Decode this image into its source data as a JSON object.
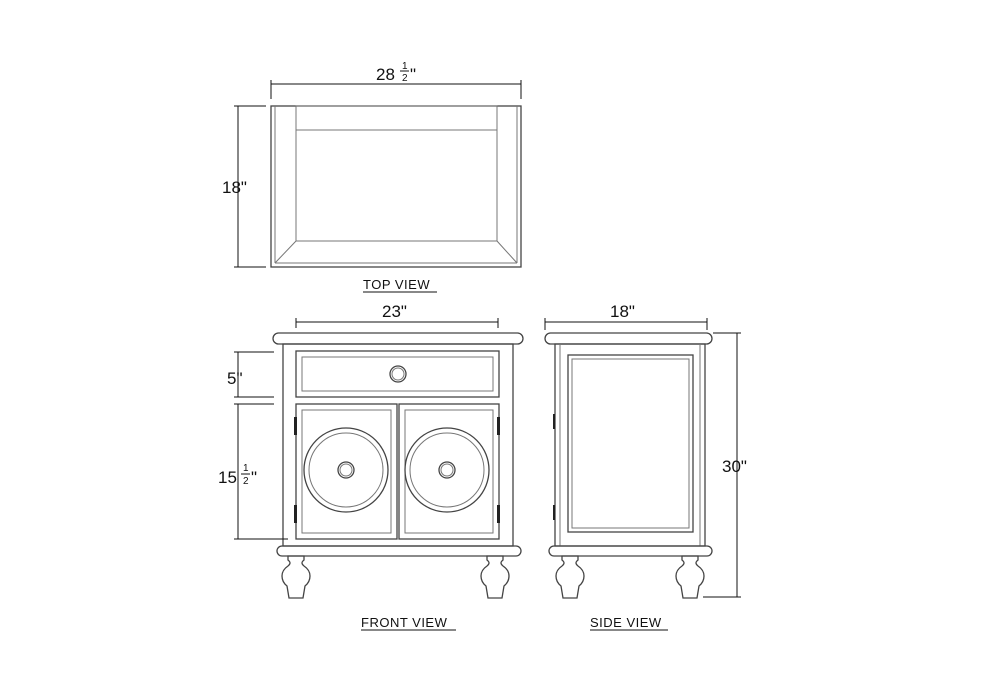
{
  "top_view": {
    "caption": "TOP VIEW",
    "width_whole": "28",
    "width_num": "1",
    "width_den": "2",
    "width_unit": "\"",
    "depth": "18\""
  },
  "front_view": {
    "caption": "FRONT VIEW",
    "width": "23\"",
    "drawer_height": "5\"",
    "door_whole": "15",
    "door_num": "1",
    "door_den": "2",
    "door_unit": "\""
  },
  "side_view": {
    "caption": "SIDE VIEW",
    "depth": "18\"",
    "height": "30\""
  }
}
